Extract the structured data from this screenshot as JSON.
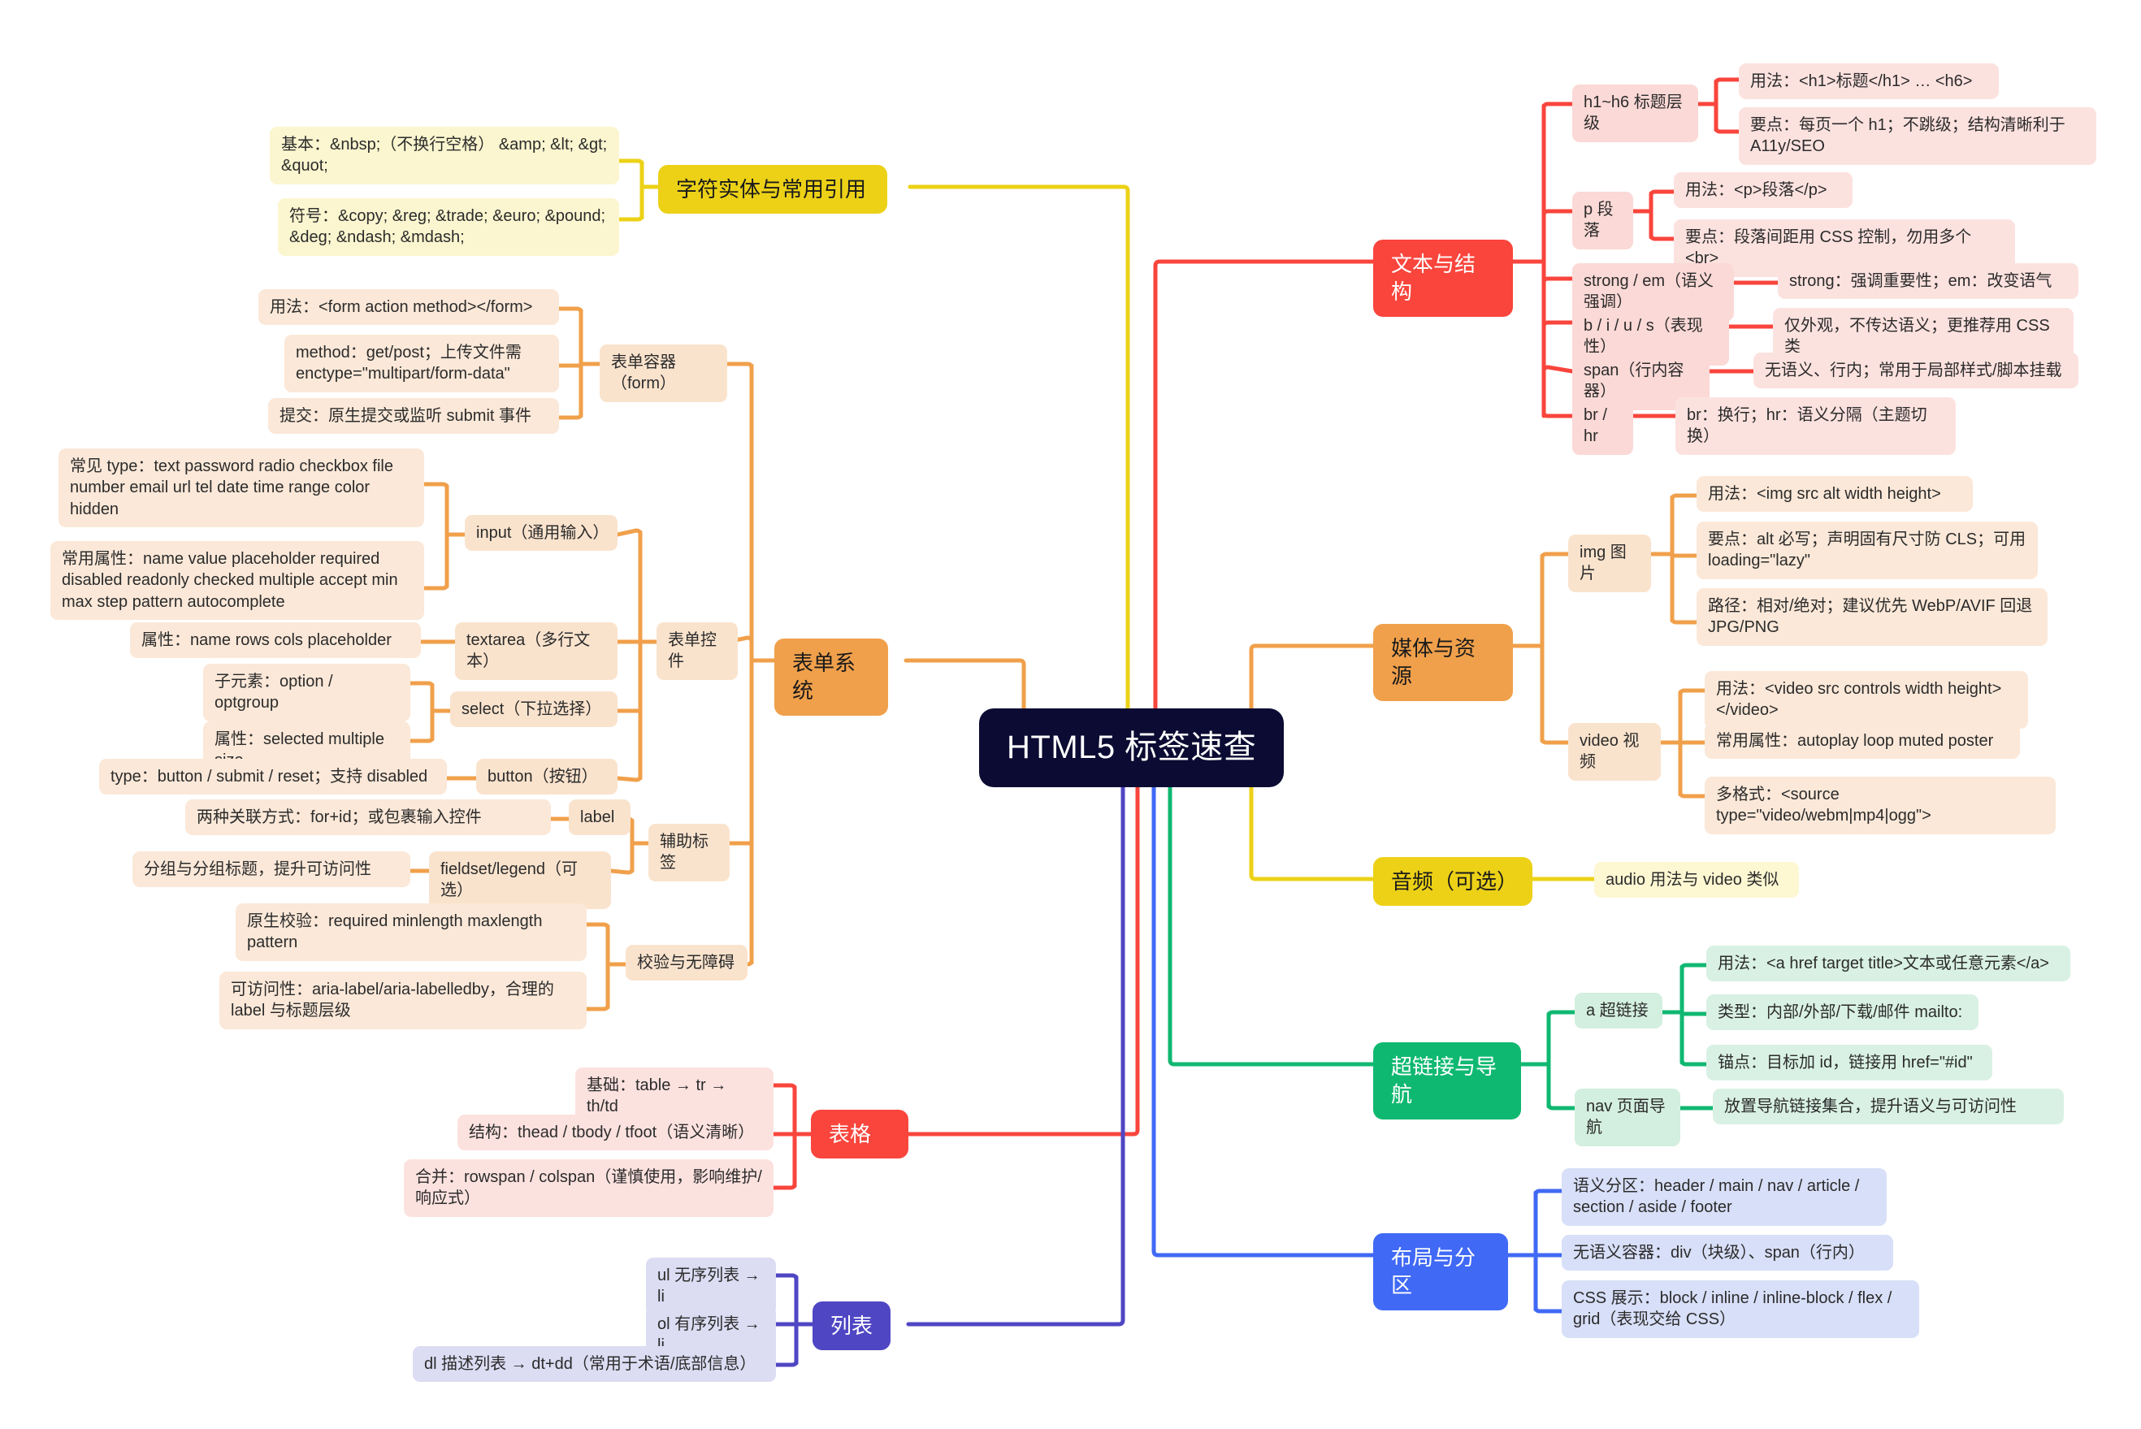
{
  "root": {
    "title": "HTML5 标签速查"
  },
  "colors": {
    "root_bg": "#0b0b33",
    "text_structure": "#f9453c",
    "media": "#f0a04b",
    "audio": "#ecd117",
    "links_nav": "#0fb871",
    "layout": "#4069f5",
    "entities": "#ecd117",
    "forms": "#f0a04b",
    "tables": "#f9453c",
    "lists": "#4f46c4"
  },
  "branches": {
    "text_structure": {
      "label": "文本与结构",
      "children": [
        {
          "label": "h1~h6 标题层级",
          "leaves": [
            "用法：<h1>标题</h1> … <h6>",
            "要点：每页一个 h1；不跳级；结构清晰利于 A11y/SEO"
          ]
        },
        {
          "label": "p 段落",
          "leaves": [
            "用法：<p>段落</p>",
            "要点：段落间距用 CSS 控制，勿用多个 <br>"
          ]
        },
        {
          "label": "strong / em（语义强调）",
          "leaves": [
            "strong：强调重要性；em：改变语气"
          ]
        },
        {
          "label": "b / i / u / s（表现性）",
          "leaves": [
            "仅外观，不传达语义；更推荐用 CSS 类"
          ]
        },
        {
          "label": "span（行内容器）",
          "leaves": [
            "无语义、行内；常用于局部样式/脚本挂载"
          ]
        },
        {
          "label": "br / hr",
          "leaves": [
            "br：换行；hr：语义分隔（主题切换）"
          ]
        }
      ]
    },
    "media": {
      "label": "媒体与资源",
      "children": [
        {
          "label": "img 图片",
          "leaves": [
            "用法：<img src alt width height>",
            "要点：alt 必写；声明固有尺寸防 CLS；可用 loading=\"lazy\"",
            "路径：相对/绝对；建议优先 WebP/AVIF 回退 JPG/PNG"
          ]
        },
        {
          "label": "video 视频",
          "leaves": [
            "用法：<video src controls width height></video>",
            "常用属性：autoplay loop muted poster",
            "多格式：<source type=\"video/webm|mp4|ogg\">"
          ]
        }
      ]
    },
    "audio": {
      "label": "音频（可选）",
      "children": [
        {
          "label": "audio 用法与 video 类似",
          "leaves": []
        }
      ]
    },
    "links_nav": {
      "label": "超链接与导航",
      "children": [
        {
          "label": "a 超链接",
          "leaves": [
            "用法：<a href target title>文本或任意元素</a>",
            "类型：内部/外部/下载/邮件 mailto:",
            "锚点：目标加 id，链接用 href=\"#id\""
          ]
        },
        {
          "label": "nav 页面导航",
          "leaves": [
            "放置导航链接集合，提升语义与可访问性"
          ]
        }
      ]
    },
    "layout": {
      "label": "布局与分区",
      "children": [
        {
          "label": "语义分区：header / main / nav / article / section / aside / footer",
          "leaves": []
        },
        {
          "label": "无语义容器：div（块级）、span（行内）",
          "leaves": []
        },
        {
          "label": "CSS 展示：block / inline / inline-block / flex / grid（表现交给 CSS）",
          "leaves": []
        }
      ]
    },
    "entities": {
      "label": "字符实体与常用引用",
      "children": [
        {
          "label": "基本：&nbsp;（不换行空格） &amp; &lt; &gt; &quot;",
          "leaves": []
        },
        {
          "label": "符号：&copy; &reg; &trade; &euro; &pound; &deg; &ndash; &mdash;",
          "leaves": []
        }
      ]
    },
    "forms": {
      "label": "表单系统",
      "children": [
        {
          "label": "表单容器（form）",
          "leaves": [
            "用法：<form action method></form>",
            "method：get/post；上传文件需 enctype=\"multipart/form-data\"",
            "提交：原生提交或监听 submit 事件"
          ]
        },
        {
          "label": "表单控件",
          "subgroups": [
            {
              "label": "input（通用输入）",
              "leaves": [
                "常见 type：text password radio checkbox file number email url tel date time range color hidden",
                "常用属性：name value placeholder required disabled readonly checked multiple accept min max step pattern autocomplete"
              ]
            },
            {
              "label": "textarea（多行文本）",
              "leaves": [
                "属性：name rows cols placeholder"
              ]
            },
            {
              "label": "select（下拉选择）",
              "leaves": [
                "子元素：option / optgroup",
                "属性：selected multiple size"
              ]
            },
            {
              "label": "button（按钮）",
              "leaves": [
                "type：button / submit / reset；支持 disabled"
              ]
            }
          ]
        },
        {
          "label": "辅助标签",
          "subgroups": [
            {
              "label": "label",
              "leaves": [
                "两种关联方式：for+id；或包裹输入控件"
              ]
            },
            {
              "label": "fieldset/legend（可选）",
              "leaves": [
                "分组与分组标题，提升可访问性"
              ]
            }
          ]
        },
        {
          "label": "校验与无障碍",
          "leaves": [
            "原生校验：required minlength maxlength pattern",
            "可访问性：aria-label/aria-labelledby，合理的 label 与标题层级"
          ]
        }
      ]
    },
    "tables": {
      "label": "表格",
      "children": [
        {
          "label": "基础：table → tr → th/td",
          "leaves": []
        },
        {
          "label": "结构：thead / tbody / tfoot（语义清晰）",
          "leaves": []
        },
        {
          "label": "合并：rowspan / colspan（谨慎使用，影响维护/响应式）",
          "leaves": []
        }
      ]
    },
    "lists": {
      "label": "列表",
      "children": [
        {
          "label": "ul 无序列表 → li",
          "leaves": []
        },
        {
          "label": "ol 有序列表 → li",
          "leaves": []
        },
        {
          "label": "dl 描述列表 → dt+dd（常用于术语/底部信息）",
          "leaves": []
        }
      ]
    }
  }
}
